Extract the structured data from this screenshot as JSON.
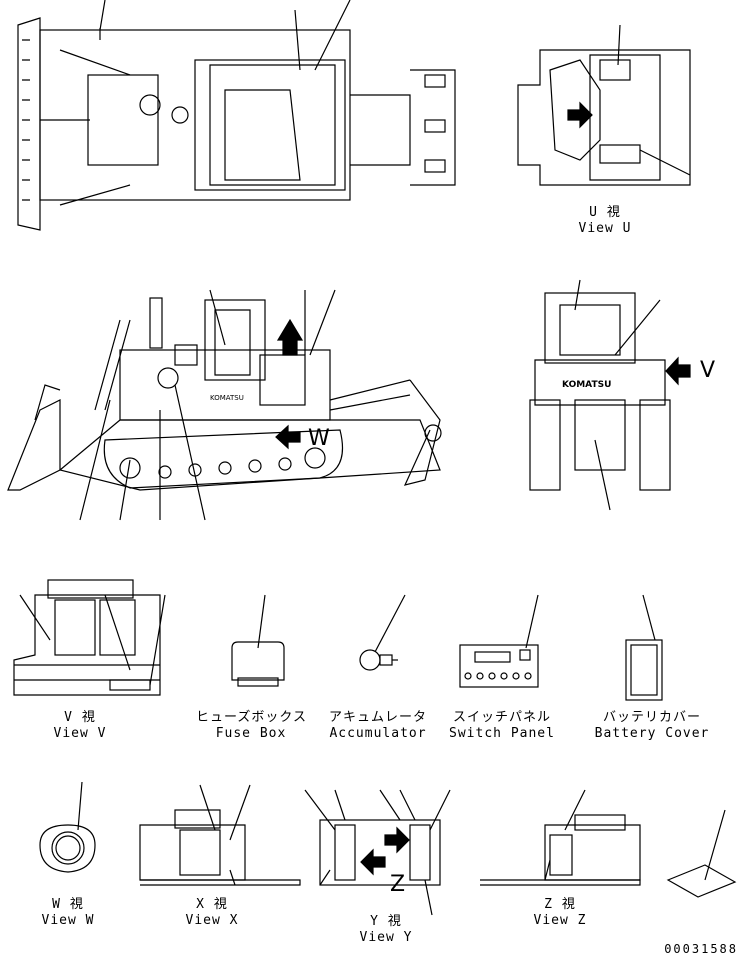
{
  "views": {
    "u": {
      "jp": "U 視",
      "en": "View U"
    },
    "v": {
      "jp": "V 視",
      "en": "View V"
    },
    "w": {
      "jp": "W 視",
      "en": "View W"
    },
    "x": {
      "jp": "X 視",
      "en": "View X"
    },
    "y": {
      "jp": "Y 視",
      "en": "View Y"
    },
    "z": {
      "jp": "Z 視",
      "en": "View Z"
    }
  },
  "parts": {
    "fuse_box": {
      "jp": "ヒューズボックス",
      "en": "Fuse Box"
    },
    "accumulator": {
      "jp": "アキュムレータ",
      "en": "Accumulator"
    },
    "switch_panel": {
      "jp": "スイッチパネル",
      "en": "Switch Panel"
    },
    "battery_cover": {
      "jp": "バッテリカバー",
      "en": "Battery Cover"
    }
  },
  "view_markers": {
    "v": "V",
    "w": "W",
    "z": "Z"
  },
  "brand_text": "KOMATSU",
  "drawing_code": "00031588",
  "colors": {
    "line": "#000000",
    "background": "#ffffff"
  }
}
